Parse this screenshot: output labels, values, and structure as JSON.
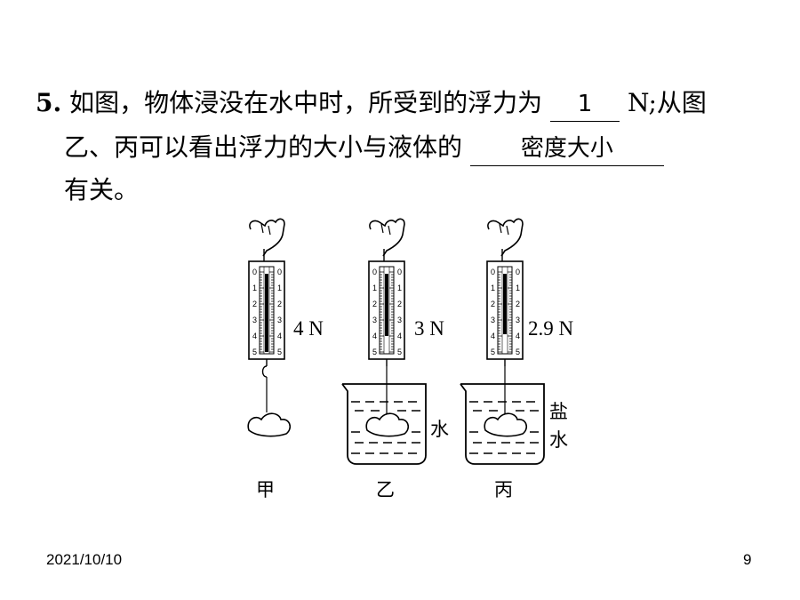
{
  "question": {
    "number": "5.",
    "part1": "如图，物体浸没在水中时，所受到的浮力为",
    "answer1": "1",
    "part2": "N;从图",
    "line2_text": "乙、丙可以看出浮力的大小与液体的",
    "answer2": "密度大小",
    "line3_text": "有关。"
  },
  "figure": {
    "scale_ticks": [
      "0",
      "1",
      "2",
      "3",
      "4",
      "5"
    ],
    "readings": [
      "4 N",
      "3 N",
      "2.9 N"
    ],
    "labels": [
      "甲",
      "乙",
      "丙"
    ],
    "liquids": [
      "水",
      "盐",
      "水"
    ]
  },
  "footer": {
    "date": "2021/10/10",
    "page": "9"
  }
}
